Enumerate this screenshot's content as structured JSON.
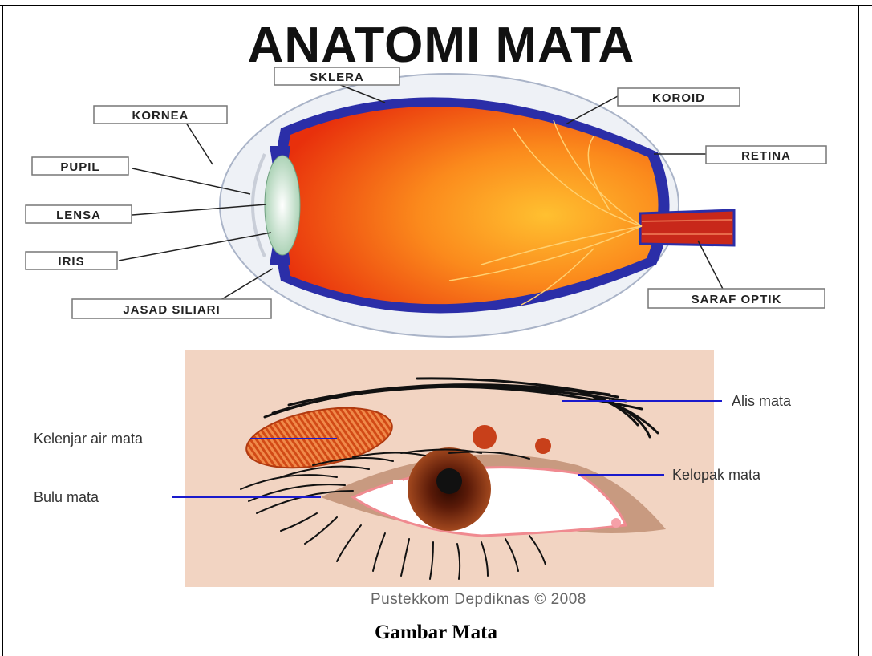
{
  "title": "ANATOMI MATA",
  "anatomy_labels": {
    "sklera": "SKLERA",
    "kornea": "KORNEA",
    "pupil": "PUPIL",
    "lensa": "LENSA",
    "iris": "IRIS",
    "jasad_siliari": "JASAD SILIARI",
    "koroid": "KOROID",
    "retina": "RETINA",
    "saraf_optik": "SARAF OPTIK"
  },
  "external_labels": {
    "alis_mata": "Alis mata",
    "kelenjar_air_mata": "Kelenjar air mata",
    "bulu_mata": "Bulu mata",
    "kelopak_mata": "Kelopak mata"
  },
  "credit": "Pustekkom Depdiknas © 2008",
  "caption": "Gambar Mata",
  "colors": {
    "eye_orange": "#f25a14",
    "eye_yellow": "#ffb020",
    "choroid_blue": "#2b2ea8",
    "label_line": "#1a1acc",
    "skin": "#f2d4c2"
  }
}
